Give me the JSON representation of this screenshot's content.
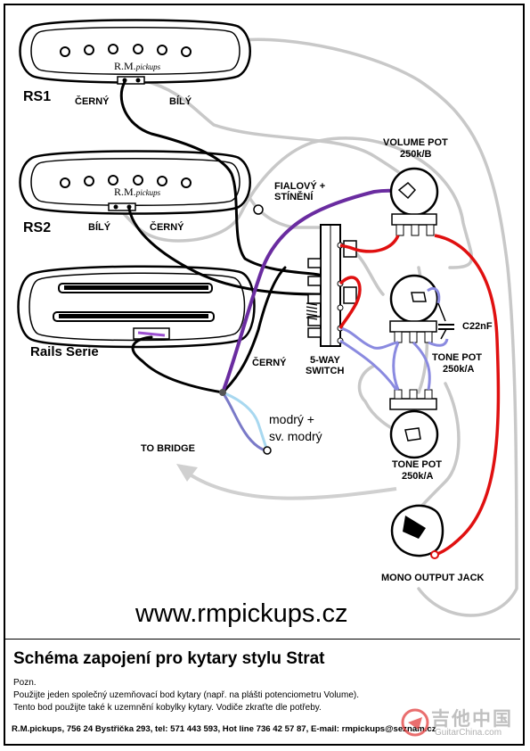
{
  "labels": {
    "rs1": "RS1",
    "rs1_black": "ČERNÝ",
    "rs1_white": "BÍLÝ",
    "rs2": "RS2",
    "rs2_white": "BÍLÝ",
    "rs2_black": "ČERNÝ",
    "rails": "Rails Serie",
    "rails_black": "ČERNÝ",
    "brand_rm": "R.M.",
    "brand_pickups": "pickups",
    "violet_line1": "FIALOVÝ +",
    "violet_line2": "STÍNĚNÍ",
    "blue_line1": "modrý +",
    "blue_line2": "sv. modrý",
    "bridge": "TO BRIDGE",
    "switch_line1": "5-WAY",
    "switch_line2": "SWITCH",
    "volume_line1": "VOLUME POT",
    "volume_line2": "250k/B",
    "tone1_line1": "TONE POT",
    "tone1_line2": "250k/A",
    "cap": "C22nF",
    "tone2_line1": "TONE POT",
    "tone2_line2": "250k/A",
    "jack": "MONO OUTPUT JACK"
  },
  "website": "www.rmpickups.cz",
  "footer": {
    "title": "Schéma zapojení pro kytary stylu Strat",
    "note_label": "Pozn.",
    "note_line1": "Použijte jeden společný uzemňovací bod kytary (např. na plášti potenciometru Volume).",
    "note_line2": "Tento bod použijte také k uzemnění kobylky kytary. Vodiče  zkraťte dle potřeby.",
    "contact": "R.M.pickups, 756 24 Bystřička 293, tel: 571 443 593, Hot line 736 42 57 87, E-mail: rmpickups@seznam.cz"
  },
  "watermark": {
    "cn": "吉他中国",
    "url": "GuitarChina.com"
  },
  "colors": {
    "red": "#e01010",
    "violet": "#6a2ca0",
    "blue": "#8a8ae0",
    "lightblue": "#a8d8f0",
    "gray": "#c8c8c8",
    "black": "#000000"
  }
}
